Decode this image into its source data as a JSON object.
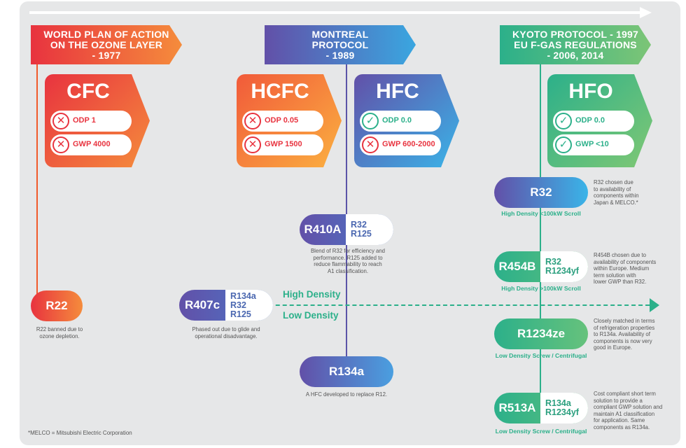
{
  "eras": {
    "e1": {
      "lines": [
        "WORLD PLAN OF ACTION",
        "ON THE OZONE LAYER",
        "- 1977"
      ]
    },
    "e2": {
      "lines": [
        "MONTREAL",
        "PROTOCOL",
        "- 1989"
      ]
    },
    "e3": {
      "lines": [
        "KYOTO PROTOCOL - 1997",
        "EU F-GAS REGULATIONS",
        "- 2006, 2014"
      ]
    }
  },
  "cards": {
    "cfc": {
      "title": "CFC",
      "chips": [
        {
          "text": "ODP 1",
          "ok": false
        },
        {
          "text": "GWP 4000",
          "ok": false
        }
      ]
    },
    "hcfc": {
      "title": "HCFC",
      "chips": [
        {
          "text": "ODP 0.05",
          "ok": false
        },
        {
          "text": "GWP 1500",
          "ok": false
        }
      ]
    },
    "hfc": {
      "title": "HFC",
      "chips": [
        {
          "text": "ODP 0.0",
          "ok": true
        },
        {
          "text": "GWP 600-2000",
          "ok": false
        }
      ]
    },
    "hfo": {
      "title": "HFO",
      "chips": [
        {
          "text": "ODP 0.0",
          "ok": true
        },
        {
          "text": "GWP <10",
          "ok": true
        }
      ]
    }
  },
  "icons": {
    "ok": "✓",
    "bad": "✕"
  },
  "refrigerants": {
    "r22": {
      "name": "R22",
      "note": [
        "R22 banned due to",
        "ozone depletion."
      ]
    },
    "r407c": {
      "name": "R407c",
      "components": [
        "R134a",
        "R32",
        "R125"
      ],
      "note": [
        "Phased out due to  glide and",
        "operational disadvantage."
      ]
    },
    "r410a": {
      "name": "R410A",
      "components": [
        "R32",
        "R125"
      ],
      "note": [
        "Blend of R32 for efficiency and",
        "performance. R125 added to",
        "reduce flammability to reach",
        "A1 classification."
      ]
    },
    "r134a": {
      "name": "R134a",
      "note": [
        "A HFC developed to replace R12."
      ]
    },
    "r32": {
      "name": "R32",
      "sub": "High Density <100kW Scroll",
      "note": [
        "R32 chosen due",
        "to availability of",
        "components within",
        "Japan & MELCO.*"
      ]
    },
    "r454b": {
      "name": "R454B",
      "components": [
        "R32",
        "R1234yf"
      ],
      "sub": "High Density >100kW Scroll",
      "note": [
        "R454B chosen due to",
        "availability of components",
        "within Europe. Medium",
        "term solution with",
        "lower GWP than R32."
      ]
    },
    "r1234ze": {
      "name": "R1234ze",
      "sub": "Low Density Screw / Centrifugal",
      "note": [
        "Closely matched in terms",
        "of refrigeration properties",
        "to R134a. Availability of",
        "components is now very",
        "good in Europe."
      ]
    },
    "r513a": {
      "name": "R513A",
      "components": [
        "R134a",
        "R1234yf"
      ],
      "sub": "Low Density Screw / Centrifugal",
      "note": [
        "Cost compliant short term",
        "solution to provide a",
        "compliant GWP solution and",
        "maintain A1 classification",
        "for application. Same",
        "components as R134a."
      ]
    }
  },
  "density": {
    "high": "High Density",
    "low": "Low Density"
  },
  "footnote": "*MELCO = Mitsubishi Electric Corporation",
  "colors": {
    "red": "#e8333f",
    "green": "#2cb08a",
    "purple": "#5b54a8",
    "teal": "#2cb08a",
    "background": "#e6e7e8"
  }
}
